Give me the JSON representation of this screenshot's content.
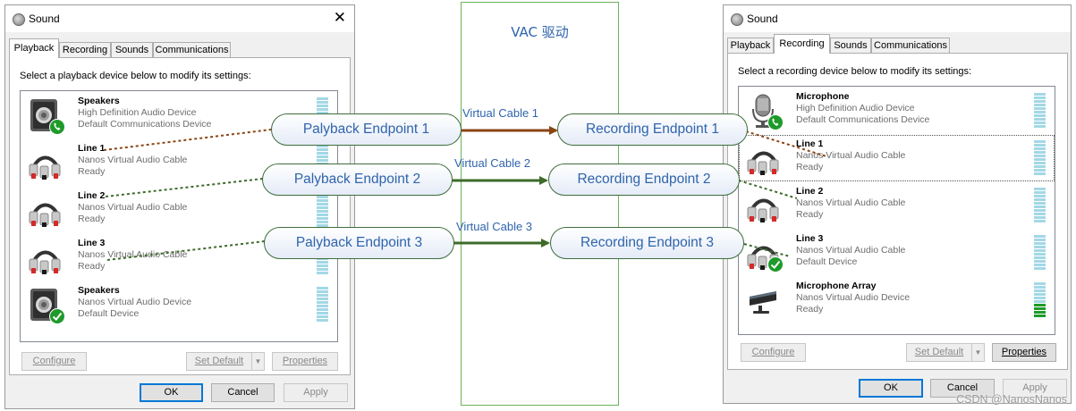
{
  "vac": {
    "title": "VAC 驱动"
  },
  "playback_window": {
    "title": "Sound",
    "tabs": [
      {
        "label": "Playback"
      },
      {
        "label": "Recording"
      },
      {
        "label": "Sounds"
      },
      {
        "label": "Communications"
      }
    ],
    "instruction": "Select a playback device below to modify its settings:",
    "devices": [
      {
        "name": "Speakers",
        "desc": "High Definition Audio Device",
        "status": "Default Communications Device",
        "icon": "speaker-icon",
        "badge": "phone-badge-icon"
      },
      {
        "name": "Line 1",
        "desc": "Nanos Virtual Audio Cable",
        "status": "Ready",
        "icon": "rca-cable-icon",
        "badge": ""
      },
      {
        "name": "Line 2",
        "desc": "Nanos Virtual Audio Cable",
        "status": "Ready",
        "icon": "rca-cable-icon",
        "badge": ""
      },
      {
        "name": "Line 3",
        "desc": "Nanos Virtual Audio Cable",
        "status": "Ready",
        "icon": "rca-cable-icon",
        "badge": ""
      },
      {
        "name": "Speakers",
        "desc": "Nanos Virtual Audio Device",
        "status": "Default Device",
        "icon": "speaker-icon",
        "badge": "check-badge-icon"
      }
    ],
    "buttons": {
      "configure": "Configure",
      "set_default": "Set Default",
      "properties": "Properties",
      "ok": "OK",
      "cancel": "Cancel",
      "apply": "Apply"
    }
  },
  "recording_window": {
    "title": "Sound",
    "tabs": [
      {
        "label": "Playback"
      },
      {
        "label": "Recording"
      },
      {
        "label": "Sounds"
      },
      {
        "label": "Communications"
      }
    ],
    "instruction": "Select a recording device below to modify its settings:",
    "devices": [
      {
        "name": "Microphone",
        "desc": "High Definition Audio Device",
        "status": "Default Communications Device",
        "icon": "microphone-icon",
        "badge": "phone-badge-icon",
        "level": 0
      },
      {
        "name": "Line 1",
        "desc": "Nanos Virtual Audio Cable",
        "status": "Ready",
        "icon": "rca-cable-icon",
        "badge": "",
        "level": 0
      },
      {
        "name": "Line 2",
        "desc": "Nanos Virtual Audio Cable",
        "status": "Ready",
        "icon": "rca-cable-icon",
        "badge": "",
        "level": 0
      },
      {
        "name": "Line 3",
        "desc": "Nanos Virtual Audio Cable",
        "status": "Default Device",
        "icon": "rca-cable-icon",
        "badge": "check-badge-icon",
        "level": 0
      },
      {
        "name": "Microphone Array",
        "desc": "Nanos Virtual Audio Device",
        "status": "Ready",
        "icon": "mic-array-icon",
        "badge": "",
        "level": 0.4
      }
    ],
    "buttons": {
      "configure": "Configure",
      "set_default": "Set Default",
      "properties": "Properties",
      "ok": "OK",
      "cancel": "Cancel",
      "apply": "Apply"
    }
  },
  "endpoints": {
    "playback": [
      {
        "label": "Palyback Endpoint 1"
      },
      {
        "label": "Palyback Endpoint 2"
      },
      {
        "label": "Palyback Endpoint 3"
      }
    ],
    "recording": [
      {
        "label": "Recording Endpoint 1"
      },
      {
        "label": "Recording Endpoint 2"
      },
      {
        "label": "Recording Endpoint 3"
      }
    ],
    "cables": [
      {
        "label": "Virtual Cable 1",
        "color": "#8b4513"
      },
      {
        "label": "Virtual Cable 2",
        "color": "#3d6b2a"
      },
      {
        "label": "Virtual Cable 3",
        "color": "#3d6b2a"
      }
    ]
  },
  "watermark": "CSDN @NanosNanos"
}
